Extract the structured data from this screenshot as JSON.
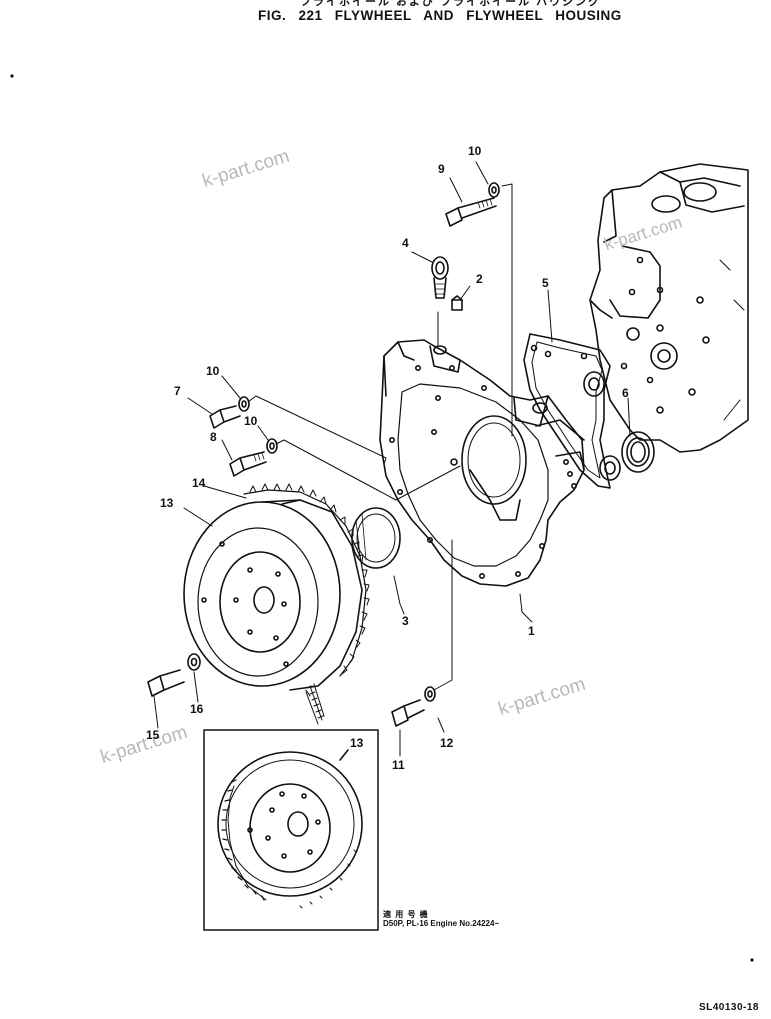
{
  "header": {
    "title_jp": "フライホイール および フライホイール ハウジング",
    "title": "FIG. 221 FLYWHEEL AND FLYWHEEL HOUSING"
  },
  "watermarks": [
    "k-part.com",
    "k-part.com",
    "k-part.com",
    "k-part.com"
  ],
  "callouts": {
    "c1": "1",
    "c2": "2",
    "c3": "3",
    "c4": "4",
    "c5": "5",
    "c6": "6",
    "c7": "7",
    "c8": "8",
    "c9": "9",
    "c10a": "10",
    "c10b": "10",
    "c10c": "10",
    "c11": "11",
    "c12": "12",
    "c13a": "13",
    "c13b": "13",
    "c14": "14",
    "c15": "15",
    "c16": "16"
  },
  "inset_note": {
    "jp": "適 用 号 機",
    "applicability": "D50P, PL-16 Engine No.24224~"
  },
  "drawing_code": "SL40130-18"
}
